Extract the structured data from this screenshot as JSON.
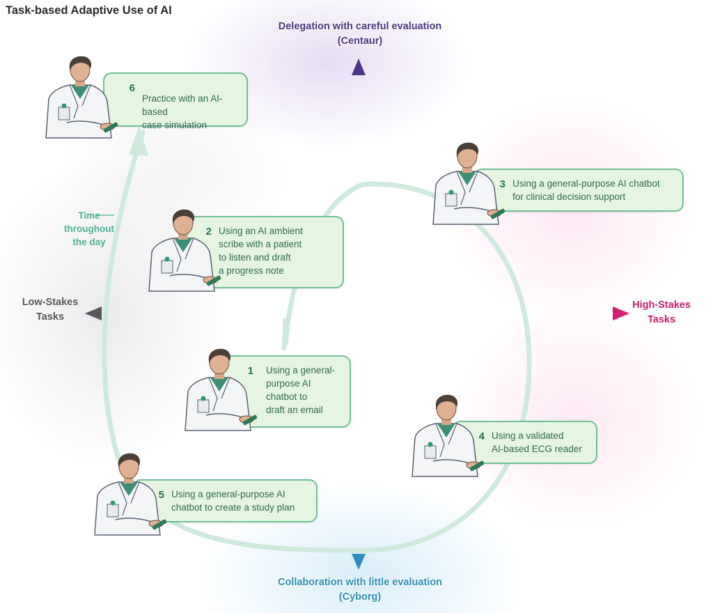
{
  "title": "Task-based Adaptive Use of AI",
  "axes": {
    "top": {
      "line1": "Delegation with careful evaluation",
      "line2": "(Centaur)",
      "color": "#4b3880"
    },
    "bottom": {
      "line1": "Collaboration with little evaluation",
      "line2": "(Cyborg)",
      "color": "#2f8fb4"
    },
    "left": {
      "line1": "Low-Stakes",
      "line2": "Tasks",
      "color": "#555558"
    },
    "right": {
      "line1": "High-Stakes",
      "line2": "Tasks",
      "color": "#c81f6e"
    }
  },
  "cycle": {
    "label_lines": [
      "Time",
      "throughout",
      "the day"
    ],
    "color": "#cde9dc"
  },
  "tasks": [
    {
      "number": "1",
      "lines": [
        "Using a general-",
        "purpose AI",
        "chatbot to",
        "draft an email"
      ]
    },
    {
      "number": "2",
      "lines": [
        "Using an AI ambient",
        "scribe with a patient",
        "to listen and draft",
        "a progress note"
      ]
    },
    {
      "number": "3",
      "lines": [
        "Using a general-purpose AI chatbot",
        "for clinical decision support"
      ]
    },
    {
      "number": "4",
      "lines": [
        "Using a validated",
        "AI-based ECG reader"
      ]
    },
    {
      "number": "5",
      "lines": [
        "Using a general-purpose AI",
        "chatbot to create a study plan"
      ]
    },
    {
      "number": "6",
      "lines": [
        "Practice with an AI-based",
        "case simulation"
      ]
    }
  ],
  "card_colors": {
    "fill": "#e6f5e1",
    "border": "#6fbf97",
    "text": "#2f6a52"
  }
}
